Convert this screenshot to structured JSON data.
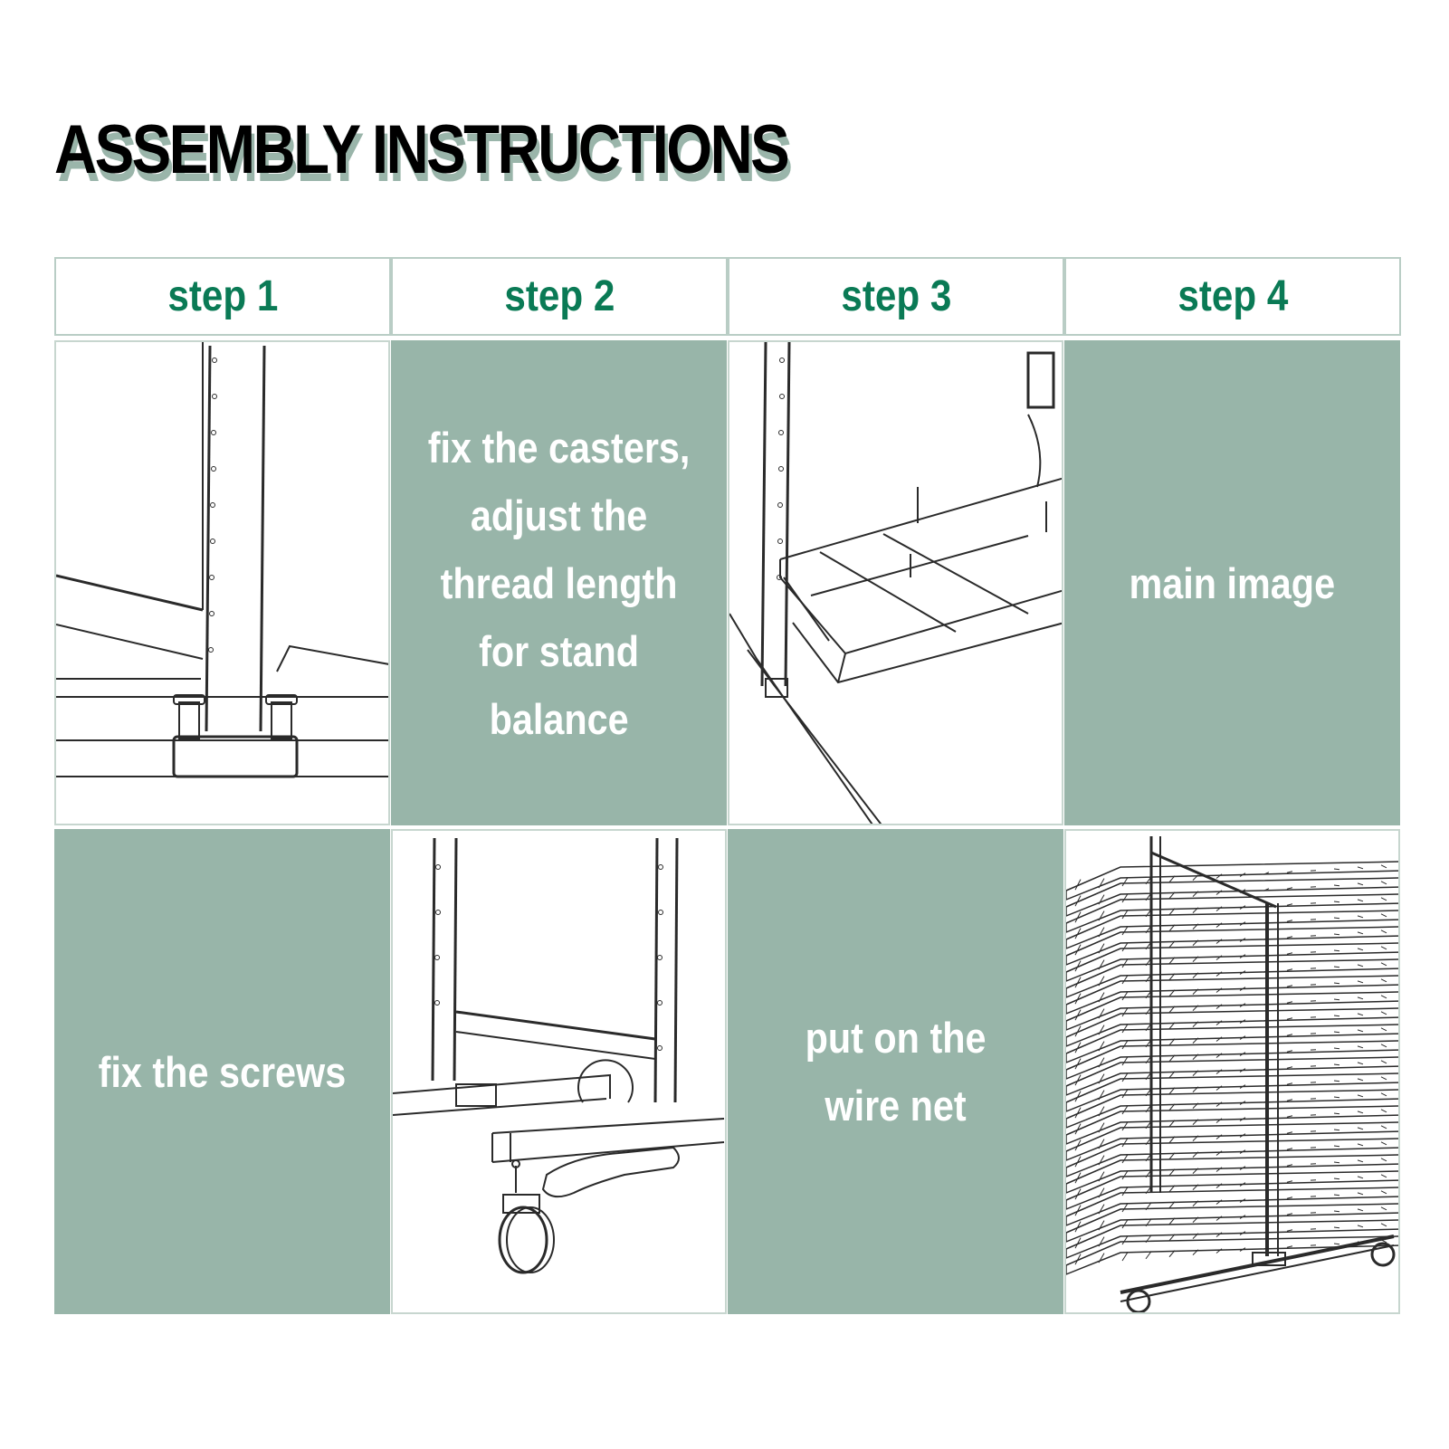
{
  "title": "ASSEMBLY INSTRUCTIONS",
  "steps": [
    {
      "label": "step 1"
    },
    {
      "label": "step 2"
    },
    {
      "label": "step 3"
    },
    {
      "label": "step 4"
    }
  ],
  "captions": {
    "step2_top": "fix the casters,\nadjust the\nthread length\nfor stand\nbalance",
    "step4_top": "main image",
    "step1_bottom": "fix the screws",
    "step3_bottom": "put on the\nwire net"
  },
  "colors": {
    "accent_text": "#0a7a55",
    "panel_green": "#98b5a9",
    "title_shadow": "#9ab5aa"
  }
}
